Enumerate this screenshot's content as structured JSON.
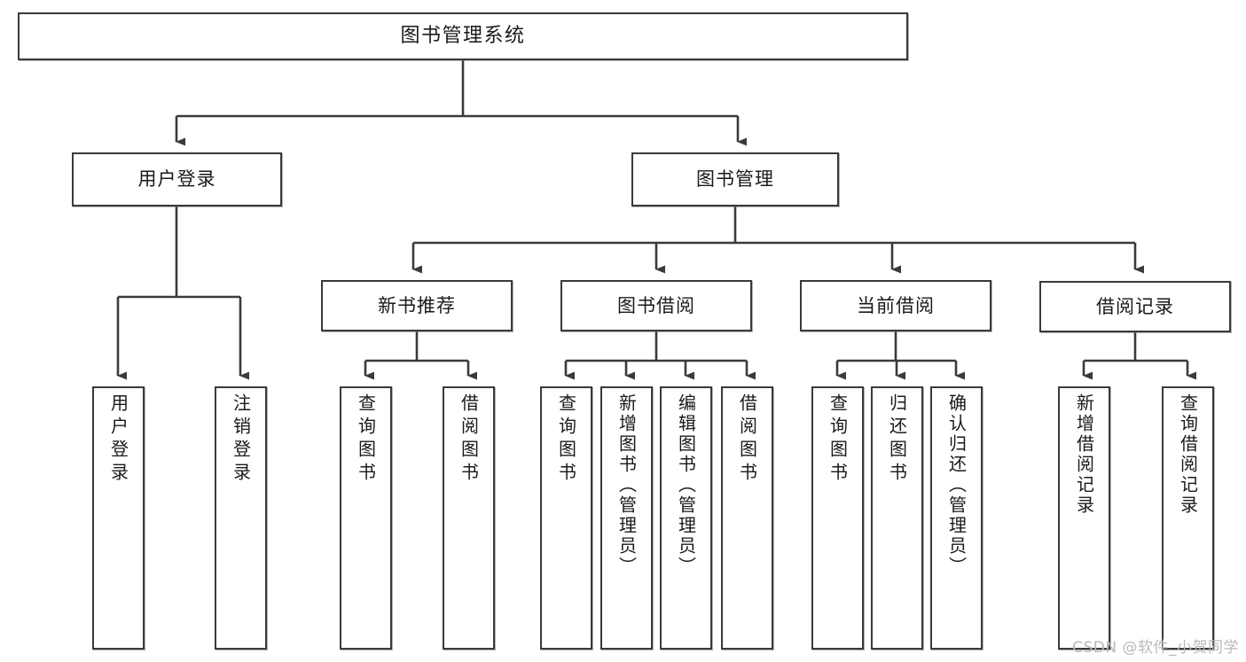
{
  "diagram": {
    "title": "图书管理系统",
    "type": "tree-hierarchy",
    "watermark": "CSDN @软件_小贺同学",
    "line_color": "#3a3a3a",
    "box_fill": "#ffffff",
    "text_color": "#1a1a1a"
  },
  "root": {
    "label": "图书管理系统"
  },
  "level1": [
    {
      "label": "用户登录"
    },
    {
      "label": "图书管理"
    }
  ],
  "level2": [
    {
      "label": "新书推荐"
    },
    {
      "label": "图书借阅"
    },
    {
      "label": "当前借阅"
    },
    {
      "label": "借阅记录"
    }
  ],
  "leaves": {
    "user_login": [
      {
        "label": "用户登录"
      },
      {
        "label": "注销登录"
      }
    ],
    "new_book": [
      {
        "label": "查询图书"
      },
      {
        "label": "借阅图书"
      }
    ],
    "book_borrow": [
      {
        "label": "查询图书"
      },
      {
        "label": "新增图书（管理员）"
      },
      {
        "label": "编辑图书（管理员）"
      },
      {
        "label": "借阅图书"
      }
    ],
    "current_borrow": [
      {
        "label": "查询图书"
      },
      {
        "label": "归还图书"
      },
      {
        "label": "确认归还（管理员）"
      }
    ],
    "borrow_record": [
      {
        "label": "新增借阅记录"
      },
      {
        "label": "查询借阅记录"
      }
    ]
  }
}
